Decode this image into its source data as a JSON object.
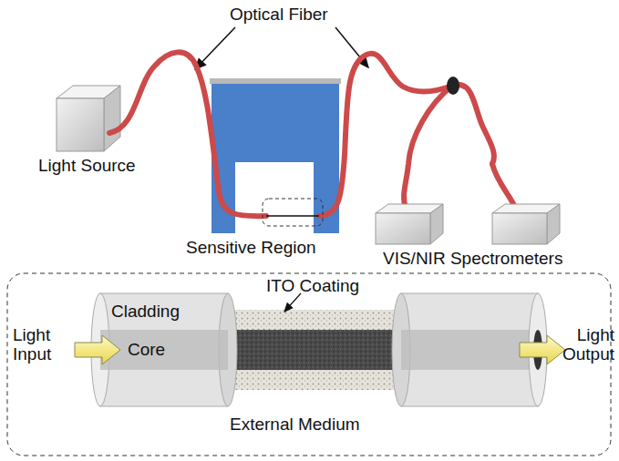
{
  "diagram": {
    "labels": [
      "Optical Fiber",
      "Light Source",
      "Sensitive Region",
      "VIS/NIR Spectrometers",
      "ITO Coating",
      "Cladding",
      "Core",
      "Light Input",
      "Light Output",
      "External Medium"
    ]
  }
}
